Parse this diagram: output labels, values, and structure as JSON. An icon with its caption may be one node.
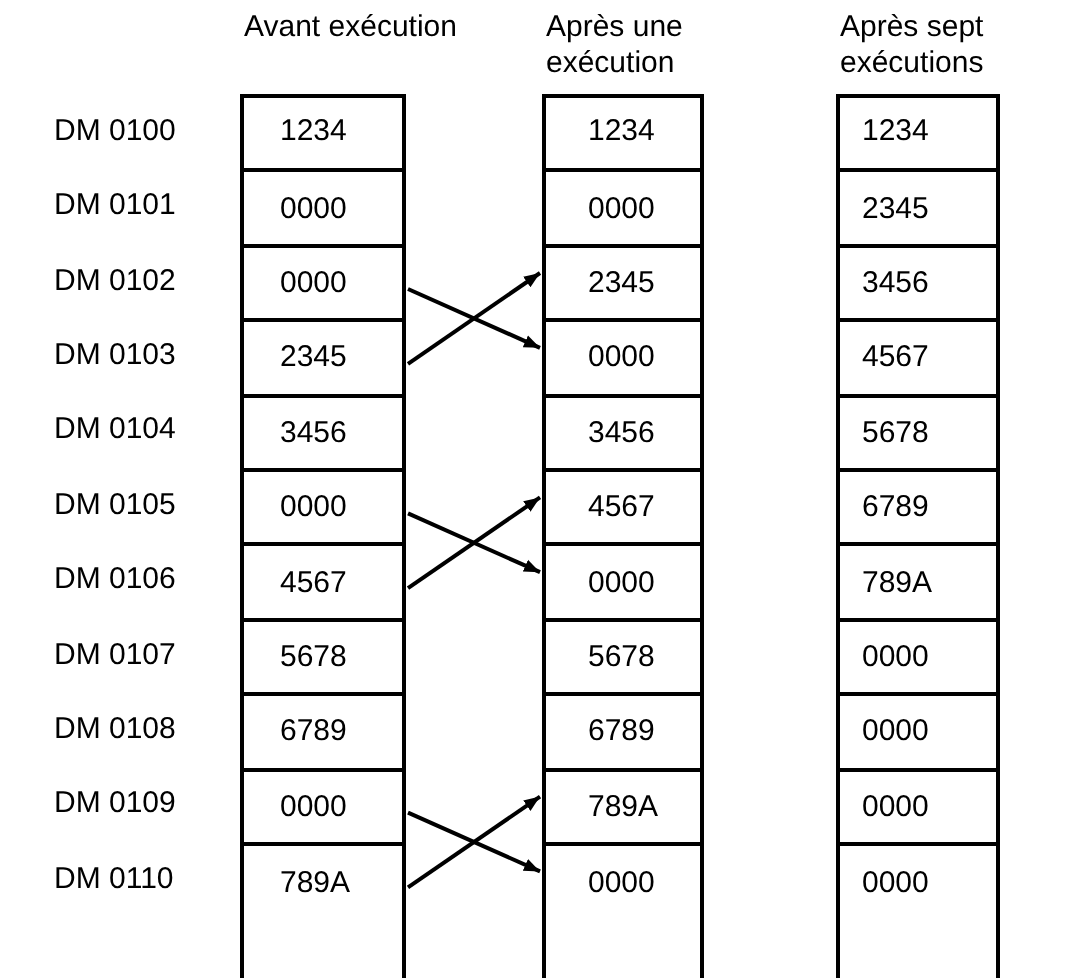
{
  "diagram": {
    "nodes": [
      {
        "text": [
          "1234"
        ]
      },
      {
        "text": [
          "0000"
        ]
      },
      {
        "text": [
          "0000"
        ]
      },
      {
        "text": [
          "2345"
        ]
      },
      {
        "text": [
          "3456"
        ]
      },
      {
        "text": [
          "0000"
        ]
      },
      {
        "text": [
          "4567"
        ]
      },
      {
        "text": [
          "5678"
        ]
      },
      {
        "text": [
          "6789"
        ]
      },
      {
        "text": [
          "0000"
        ]
      },
      {
        "text": [
          "789A"
        ]
      },
      {
        "text": [
          "1234"
        ]
      },
      {
        "text": [
          "0000"
        ]
      },
      {
        "text": [
          "2345"
        ]
      },
      {
        "text": [
          "0000"
        ]
      },
      {
        "text": [
          "3456"
        ]
      },
      {
        "text": [
          "4567"
        ]
      },
      {
        "text": [
          "0000"
        ]
      },
      {
        "text": [
          "5678"
        ]
      },
      {
        "text": [
          "6789"
        ]
      },
      {
        "text": [
          "789A"
        ]
      },
      {
        "text": [
          "0000"
        ]
      },
      {
        "text": [
          "1234"
        ]
      },
      {
        "text": [
          "2345"
        ]
      },
      {
        "text": [
          "3456"
        ]
      },
      {
        "text": [
          "4567"
        ]
      },
      {
        "text": [
          "5678"
        ]
      },
      {
        "text": [
          "6789"
        ]
      },
      {
        "text": [
          "789A"
        ]
      },
      {
        "text": [
          "0000"
        ]
      },
      {
        "text": [
          "0000"
        ]
      },
      {
        "text": [
          "0000"
        ]
      },
      {
        "text": [
          "0000"
        ]
      }
    ],
    "edges": [
      {
        "from": 3,
        "to": 13,
        "arrow": "to"
      },
      {
        "from": 2,
        "to": 14,
        "arrow": "to"
      },
      {
        "from": 6,
        "to": 16,
        "arrow": "to"
      },
      {
        "from": 5,
        "to": 17,
        "arrow": "to"
      },
      {
        "from": 10,
        "to": 20,
        "arrow": "to"
      },
      {
        "from": 9,
        "to": 21,
        "arrow": "to"
      }
    ],
    "labels": [
      "Avant exécution",
      "Après une exécution",
      "Après sept exécutions",
      "DM 0100",
      "DM 0101",
      "DM 0102",
      "DM 0103",
      "DM 0104",
      "DM 0105",
      "DM 0106",
      "DM 0107",
      "DM 0108",
      "DM 0109",
      "DM 0110"
    ]
  }
}
